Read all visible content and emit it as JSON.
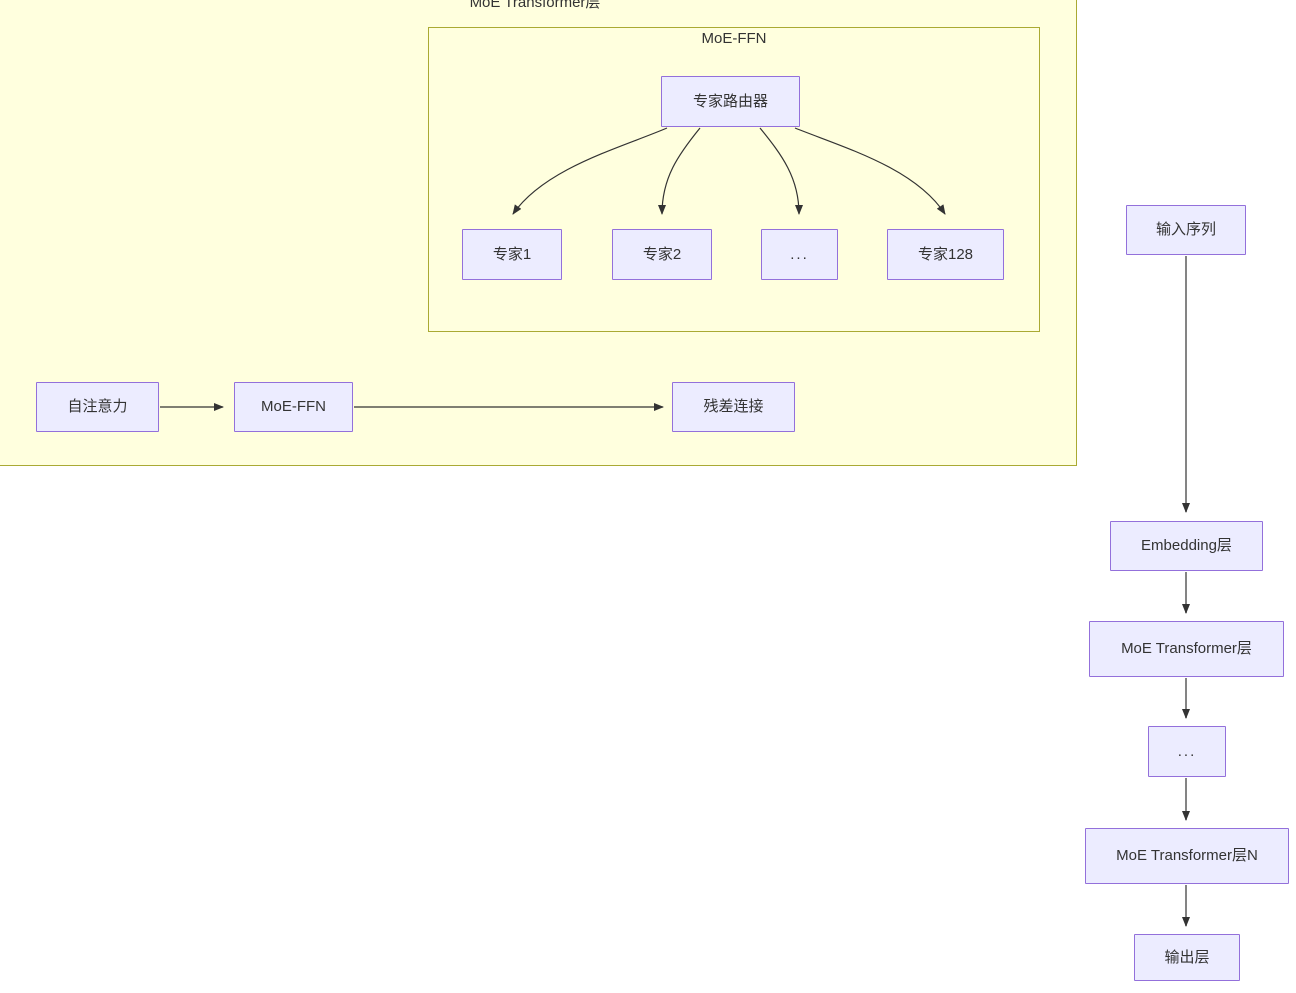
{
  "diagram": {
    "title_label": "MoE Transformer层",
    "type": "flowchart",
    "colors": {
      "node_fill": "#ececff",
      "node_stroke": "#9370db",
      "subgraph_fill": "#ffffde",
      "subgraph_stroke": "#aaaa33",
      "edge_stroke": "#333333",
      "text": "#333333",
      "background": "#ffffff"
    },
    "subgraphs": [
      {
        "id": "moe_transformer_layer",
        "label": "MoE Transformer层"
      },
      {
        "id": "moe_ffn",
        "label": "MoE-FFN"
      }
    ],
    "nodes": {
      "router": "专家路由器",
      "expert1": "专家1",
      "expert2": "专家2",
      "expert_ellipsis": "...",
      "expert128": "专家128",
      "self_attention": "自注意力",
      "moe_ffn_node": "MoE-FFN",
      "residual": "残差连接",
      "input_sequence": "输入序列",
      "embedding_layer": "Embedding层",
      "moe_transformer_layer1": "MoE Transformer层",
      "layer_ellipsis": "...",
      "moe_transformer_layerN": "MoE Transformer层N",
      "output_layer": "输出层"
    },
    "edges": [
      {
        "from": "专家路由器",
        "to": "专家1",
        "style": "curved-arrow"
      },
      {
        "from": "专家路由器",
        "to": "专家2",
        "style": "curved-arrow"
      },
      {
        "from": "专家路由器",
        "to": "...",
        "style": "curved-arrow"
      },
      {
        "from": "专家路由器",
        "to": "专家128",
        "style": "curved-arrow"
      },
      {
        "from": "自注意力",
        "to": "MoE-FFN",
        "style": "straight-arrow"
      },
      {
        "from": "MoE-FFN",
        "to": "残差连接",
        "style": "straight-arrow"
      },
      {
        "from": "输入序列",
        "to": "Embedding层",
        "style": "straight-arrow"
      },
      {
        "from": "Embedding层",
        "to": "MoE Transformer层",
        "style": "straight-arrow"
      },
      {
        "from": "MoE Transformer层",
        "to": "...",
        "style": "straight-arrow"
      },
      {
        "from": "...",
        "to": "MoE Transformer层N",
        "style": "straight-arrow"
      },
      {
        "from": "MoE Transformer层N",
        "to": "输出层",
        "style": "straight-arrow"
      }
    ]
  }
}
